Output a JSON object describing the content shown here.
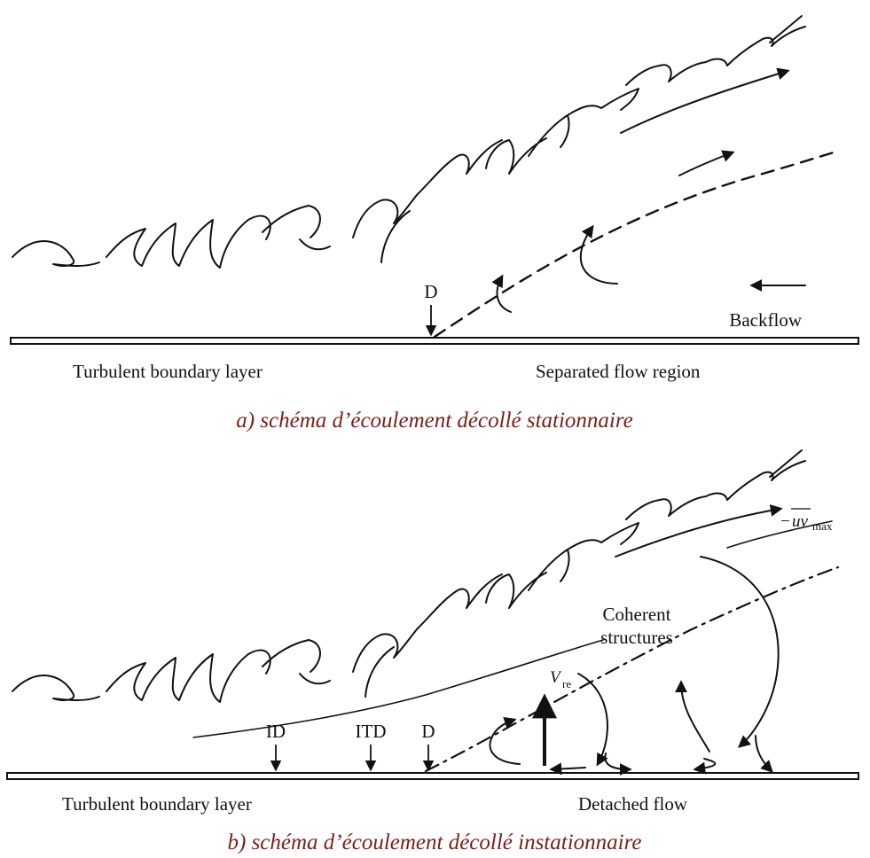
{
  "panel_a": {
    "marker_d": "D",
    "backflow": "Backflow",
    "left_label": "Turbulent boundary layer",
    "right_label": "Separated flow region",
    "caption": "a) schéma d’écoulement décollé stationnaire"
  },
  "panel_b": {
    "marker_id": "ID",
    "marker_itd": "ITD",
    "marker_d": "D",
    "uv_label": "uv",
    "uv_sign": "−",
    "uv_sub": "max",
    "vre_label": "V",
    "vre_sub": "re",
    "coherent_line1": "Coherent",
    "coherent_line2": "structures",
    "left_label": "Turbulent boundary layer",
    "right_label": "Detached flow",
    "caption": "b) schéma d’écoulement décollé instationnaire"
  }
}
